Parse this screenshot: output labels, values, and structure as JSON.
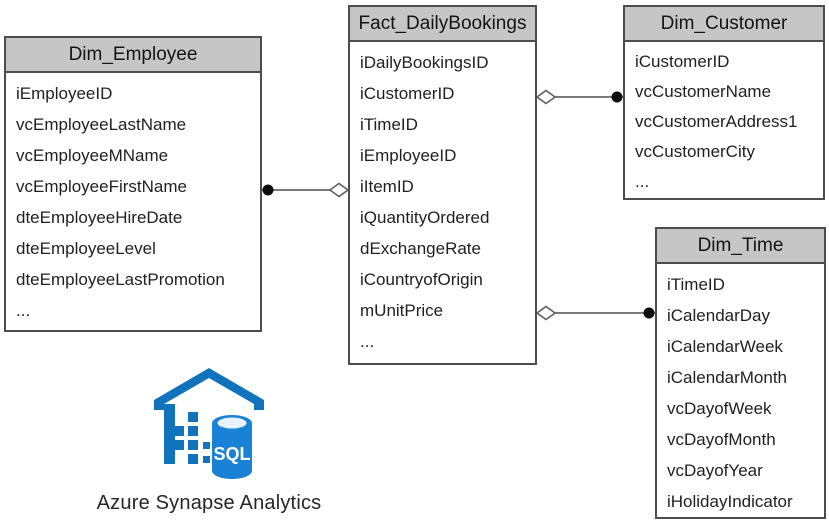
{
  "diagram": {
    "kind": "star-schema-entity-relationship",
    "tables": [
      {
        "id": "dim_employee",
        "title": "Dim_Employee",
        "fields": [
          "iEmployeeID",
          "vcEmployeeLastName",
          "vcEmployeeMName",
          "vcEmployeeFirstName",
          "dteEmployeeHireDate",
          "dteEmployeeLevel",
          "dteEmployeeLastPromotion",
          "..."
        ]
      },
      {
        "id": "fact_dailybookings",
        "title": "Fact_DailyBookings",
        "fields": [
          "iDailyBookingsID",
          "iCustomerID",
          "iTimeID",
          "iEmployeeID",
          "iItemID",
          "iQuantityOrdered",
          "dExchangeRate",
          "iCountryofOrigin",
          "mUnitPrice",
          "..."
        ]
      },
      {
        "id": "dim_customer",
        "title": "Dim_Customer",
        "fields": [
          "iCustomerID",
          "vcCustomerName",
          "vcCustomerAddress1",
          "vcCustomerCity",
          "..."
        ]
      },
      {
        "id": "dim_time",
        "title": "Dim_Time",
        "fields": [
          "iTimeID",
          "iCalendarDay",
          "iCalendarWeek",
          "iCalendarMonth",
          "vcDayofWeek",
          "vcDayofMonth",
          "vcDayofYear",
          "iHolidayIndicator"
        ]
      }
    ],
    "relationships": [
      {
        "from": "Dim_Employee",
        "to": "Fact_DailyBookings",
        "from_end": "filled-dot",
        "to_end": "open-diamond"
      },
      {
        "from": "Dim_Customer",
        "to": "Fact_DailyBookings",
        "from_end": "filled-dot",
        "to_end": "open-diamond"
      },
      {
        "from": "Dim_Time",
        "to": "Fact_DailyBookings",
        "from_end": "filled-dot",
        "to_end": "open-diamond"
      }
    ],
    "platform": {
      "label": "Azure Synapse Analytics",
      "icon": "azure-synapse-sql-data-warehouse-icon",
      "sql_badge": "SQL"
    },
    "colors": {
      "header_fill": "#c6c6c6",
      "table_border": "#4d4d4d",
      "connector_line": "#7a7a7a",
      "azure_blue": "#1173bc",
      "cylinder_blue": "#1a82d4",
      "text": "#1f1f1f"
    }
  }
}
